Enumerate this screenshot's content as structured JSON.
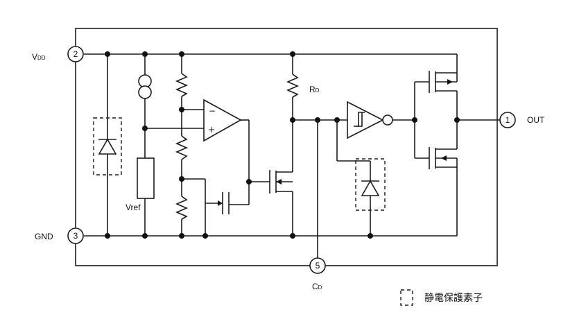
{
  "pins": {
    "vdd": {
      "number": "2",
      "label": "V",
      "label_sub": "DD"
    },
    "gnd": {
      "number": "3",
      "label": "GND"
    },
    "out": {
      "number": "1",
      "label": "OUT"
    },
    "cd": {
      "number": "5",
      "label": "C",
      "label_sub": "D"
    }
  },
  "components": {
    "vref_label": "Vref",
    "rd": {
      "label": "R",
      "label_sub": "D"
    },
    "opamp": {
      "minus": "−",
      "plus": "+"
    }
  },
  "legend": {
    "text": "静電保護素子"
  }
}
